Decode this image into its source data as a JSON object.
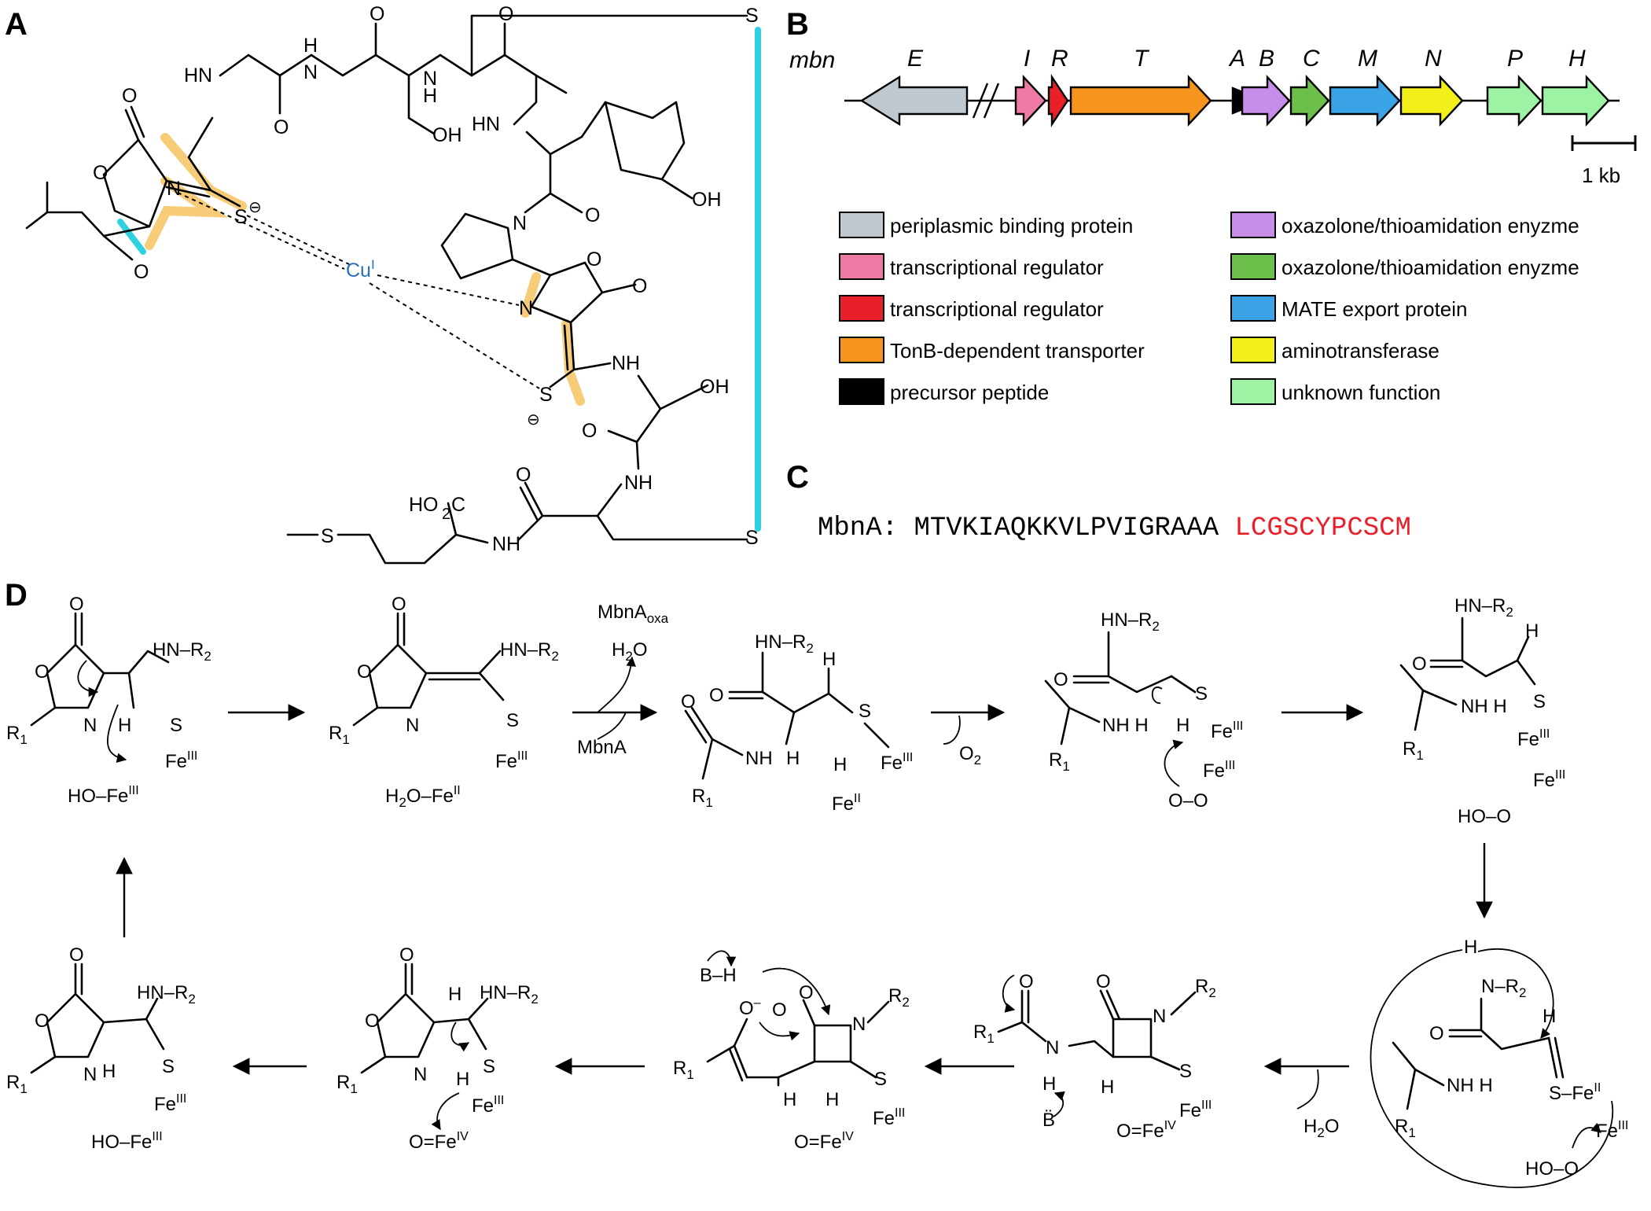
{
  "panels": {
    "a": "A",
    "b": "B",
    "c": "C",
    "d": "D"
  },
  "panel_a": {
    "cu_label": "Cu",
    "cu_superscript": "I",
    "cu_color": "#2a6fb5",
    "highlight_colors": {
      "oxazolone": "#f5c76a",
      "disulfide": "#2fd0e0"
    }
  },
  "panel_b": {
    "cluster_name": "mbn",
    "genes": [
      {
        "label": "E",
        "color": "#c0c8cf"
      },
      {
        "label": "I",
        "color": "#f07aa6"
      },
      {
        "label": "R",
        "color": "#e8202a"
      },
      {
        "label": "T",
        "color": "#f7941d"
      },
      {
        "label": "A",
        "color": "#000000"
      },
      {
        "label": "B",
        "color": "#c88de8"
      },
      {
        "label": "C",
        "color": "#6dbf4b"
      },
      {
        "label": "M",
        "color": "#3aa3e6"
      },
      {
        "label": "N",
        "color": "#f2ef1a"
      },
      {
        "label": "P",
        "color": "#9ef2a4"
      },
      {
        "label": "H",
        "color": "#9ef2a4"
      }
    ],
    "scale_label": "1 kb",
    "legend": [
      {
        "text": "periplasmic binding protein",
        "color": "#c0c8cf"
      },
      {
        "text": "transcriptional regulator",
        "color": "#f07aa6"
      },
      {
        "text": "transcriptional regulator",
        "color": "#e8202a"
      },
      {
        "text": "TonB-dependent transporter",
        "color": "#f7941d"
      },
      {
        "text": "precursor peptide",
        "color": "#000000"
      },
      {
        "text": "oxazolone/thioamidation enyzme",
        "color": "#c88de8"
      },
      {
        "text": "oxazolone/thioamidation enyzme",
        "color": "#6dbf4b"
      },
      {
        "text": "MATE export protein",
        "color": "#3aa3e6"
      },
      {
        "text": "aminotransferase",
        "color": "#f2ef1a"
      },
      {
        "text": "unknown function",
        "color": "#9ef2a4"
      }
    ]
  },
  "panel_c": {
    "label": "MbnA:",
    "leader": "MTVKIAQKKVLPVIGRAAA",
    "core": "LCGSCYPCSCM",
    "core_color": "#e8202a"
  },
  "panel_d": {
    "reagents": {
      "top": "MbnA",
      "top_sub": "oxa",
      "water": "H",
      "water_sub": "2",
      "water_end": "O",
      "bottom": "MbnA",
      "o2": "O",
      "o2_sub": "2",
      "h2o_out": "H",
      "h2o_sub": "2",
      "h2o_end": "O"
    }
  }
}
